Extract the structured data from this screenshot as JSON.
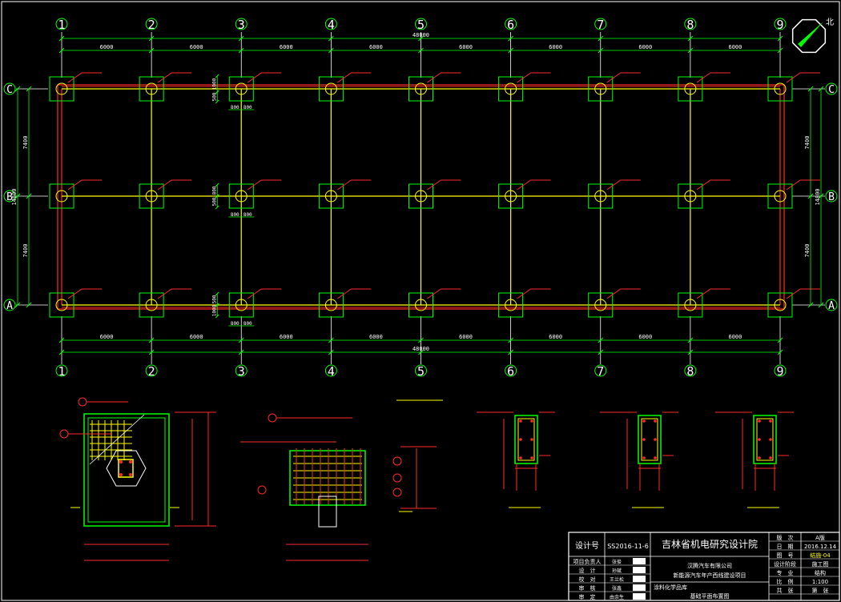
{
  "plan": {
    "axes_x": [
      "1",
      "2",
      "3",
      "4",
      "5",
      "6",
      "7",
      "8",
      "9"
    ],
    "axes_y": [
      "C",
      "B",
      "A"
    ],
    "bay_dims": [
      "6000",
      "6000",
      "6000",
      "6000",
      "6000",
      "6000",
      "6000",
      "6000"
    ],
    "total_length": "48000",
    "span_dims": [
      "7400",
      "7400"
    ],
    "total_width": "14800",
    "detail_dims_col3": {
      "c_top": "1000",
      "c_bot": "500",
      "b_top": "800",
      "b_bot": "500",
      "a_top": "500",
      "a_bot": "1000",
      "pair_left": "800",
      "pair_right": "800"
    },
    "north_label": "北"
  },
  "colors": {
    "grid_red": "#ff2a2a",
    "grid_yellow": "#ffff00",
    "outline_green": "#00ff00",
    "dim_green": "#00ff00",
    "axis_white": "#ffffff",
    "text_white": "#ffffff",
    "accent_cyan": "#00ffff",
    "magenta": "#ff00ff"
  },
  "title_block": {
    "design_no_label": "设计号",
    "design_no": "SS2016-11-6",
    "institute": "吉林省机电研究设计院",
    "version_label": "版　次",
    "version": "A版",
    "date_label": "日　期",
    "date": "2016.12.14",
    "drawing_no_label": "图　号",
    "drawing_no": "结施-04",
    "stage_label": "设计阶段",
    "stage": "施工图",
    "major_label": "专　业",
    "major": "结构",
    "scale_label": "比　例",
    "scale": "1:100",
    "sheet_label": "共　张",
    "sheet_label2": "第　张",
    "client": "汉腾汽车有限公司",
    "project": "新能源汽车年产西线建设项目",
    "sub_project": "涂料化学品库",
    "drawing_name": "基础平面布置图",
    "roles": [
      {
        "role": "项目负责人",
        "name": "张俊"
      },
      {
        "role": "设　计",
        "name": "孙斌"
      },
      {
        "role": "校　对",
        "name": "王兰松"
      },
      {
        "role": "审　核",
        "name": "张鑫"
      },
      {
        "role": "审　定",
        "name": "由余生"
      }
    ]
  }
}
